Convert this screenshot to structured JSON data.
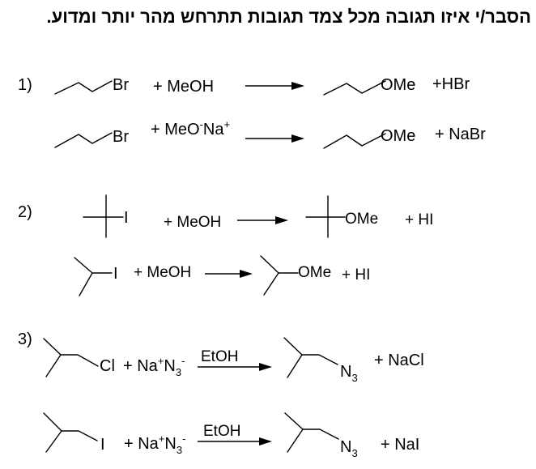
{
  "title": "הסבר/י איזו תגובה מכל צמד תגובות תתרחש מהר יותר ומדוע.",
  "problems": [
    {
      "number": "1)",
      "reactions": [
        {
          "left_group": "Br",
          "reagent": "+ MeOH",
          "right_group": "OMe",
          "byproduct": "+HBr"
        },
        {
          "left_group": "Br",
          "reagent": {
            "plus": "+ MeO",
            "sup1": "-",
            "mid": "Na",
            "sup2": "+"
          },
          "right_group": "OMe",
          "byproduct": "+ NaBr"
        }
      ]
    },
    {
      "number": "2)",
      "reactions": [
        {
          "left_group": "I",
          "reagent": "+ MeOH",
          "right_group": "OMe",
          "byproduct": "+ HI"
        },
        {
          "left_group": "I",
          "reagent": "+ MeOH",
          "right_group": "OMe",
          "byproduct": "+ HI"
        }
      ]
    },
    {
      "number": "3)",
      "reactions": [
        {
          "left_group": "Cl",
          "reagent": {
            "plus": "+ Na",
            "sup1": "+",
            "mid": "N",
            "sub": "3",
            "sup2": "-"
          },
          "arrow_label": "EtOH",
          "right_group": {
            "base": "N",
            "sub": "3"
          },
          "byproduct": "+ NaCl"
        },
        {
          "left_group": "I",
          "reagent": {
            "plus": "+ Na",
            "sup1": "+",
            "mid": "N",
            "sub": "3",
            "sup2": "-"
          },
          "arrow_label": "EtOH",
          "right_group": {
            "base": "N",
            "sub": "3"
          },
          "byproduct": "+ NaI"
        }
      ]
    }
  ]
}
